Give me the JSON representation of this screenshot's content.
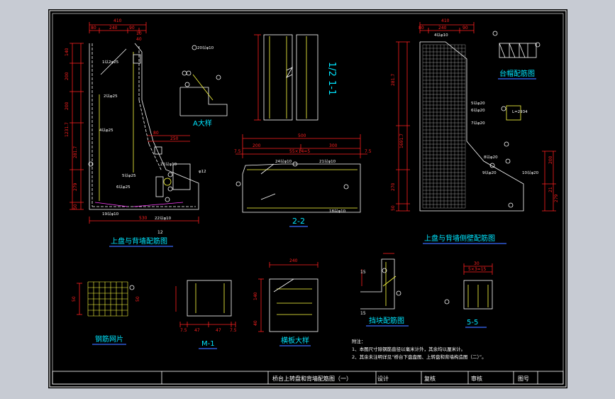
{
  "colors": {
    "background": "#c7cbd3",
    "sheet": "#000000",
    "line": "#ffffff",
    "dimension": "#ff2020",
    "cyan": "#00e5ff",
    "blue": "#3b6bff",
    "yellow": "#ffff40",
    "magenta": "#ff40ff"
  },
  "title_block": {
    "title": "桥台上转盘和背墙配筋图（一）",
    "design": "设计",
    "review": "复核",
    "audit": "审核",
    "drawing_no": "图号"
  },
  "views": {
    "main": {
      "title": "上盘与背墙配筋图",
      "dims_top": [
        "410",
        "80",
        "240",
        "90",
        "10",
        "40"
      ],
      "dims_left": [
        "140",
        "200",
        "200",
        "1231.7",
        "281.7",
        "279",
        "50"
      ],
      "dims_bottom": [
        "530"
      ],
      "dims_inner": [
        "80",
        "250",
        "12"
      ],
      "labels": [
        "A大样",
        "1-1",
        "1/2"
      ],
      "notes": [
        "1以2φ25",
        "2以φ25",
        "4以φ25",
        "5以φ25",
        "6以φ25",
        "19以φ10",
        "20以φ10",
        "21以φ10",
        "22以φ10",
        "φ12"
      ]
    },
    "section_22": {
      "title": "2-2",
      "dims": [
        "500",
        "200",
        "300",
        "7.5",
        "55×14=5",
        "7.5"
      ],
      "notes": [
        "24以φ10",
        "21以φ10",
        "18以φ10"
      ]
    },
    "side": {
      "title": "上盘与背墙侧壁配筋图",
      "dims_top": [
        "410",
        "80",
        "240",
        "90"
      ],
      "dims_left": [
        "281.7",
        "1691.7",
        "270",
        "50"
      ],
      "dims_right": [
        "200",
        "21",
        "279"
      ],
      "notes": [
        "4以φ10",
        "5以φ20",
        "6以φ20",
        "7以φ20",
        "8以φ20",
        "9以φ20",
        "10以φ20"
      ]
    },
    "corbel": {
      "title": "台帽配筋图",
      "notes": [
        "L=2934"
      ]
    },
    "mesh": {
      "title": "钢筋网片",
      "dims": [
        "50",
        "50"
      ]
    },
    "m1": {
      "title": "M-1",
      "dims": [
        "7.5",
        "47",
        "47",
        "7.5"
      ]
    },
    "baffle": {
      "title": "挡块配筋图",
      "dims": [
        "15",
        "15"
      ]
    },
    "ribbon": {
      "title": "横板大样",
      "dims": [
        "240",
        "140",
        "40"
      ]
    },
    "section_55": {
      "title": "5-5",
      "dims": [
        "30",
        "5×3=15"
      ]
    }
  },
  "notes": {
    "heading": "附注：",
    "lines": [
      "1、本图尺寸除钢筋直径以毫米计外，其余均以厘米计。",
      "2、其余未注明详见“桥台下盘盘图、上转盘和背墙构造图（二）”。"
    ]
  }
}
